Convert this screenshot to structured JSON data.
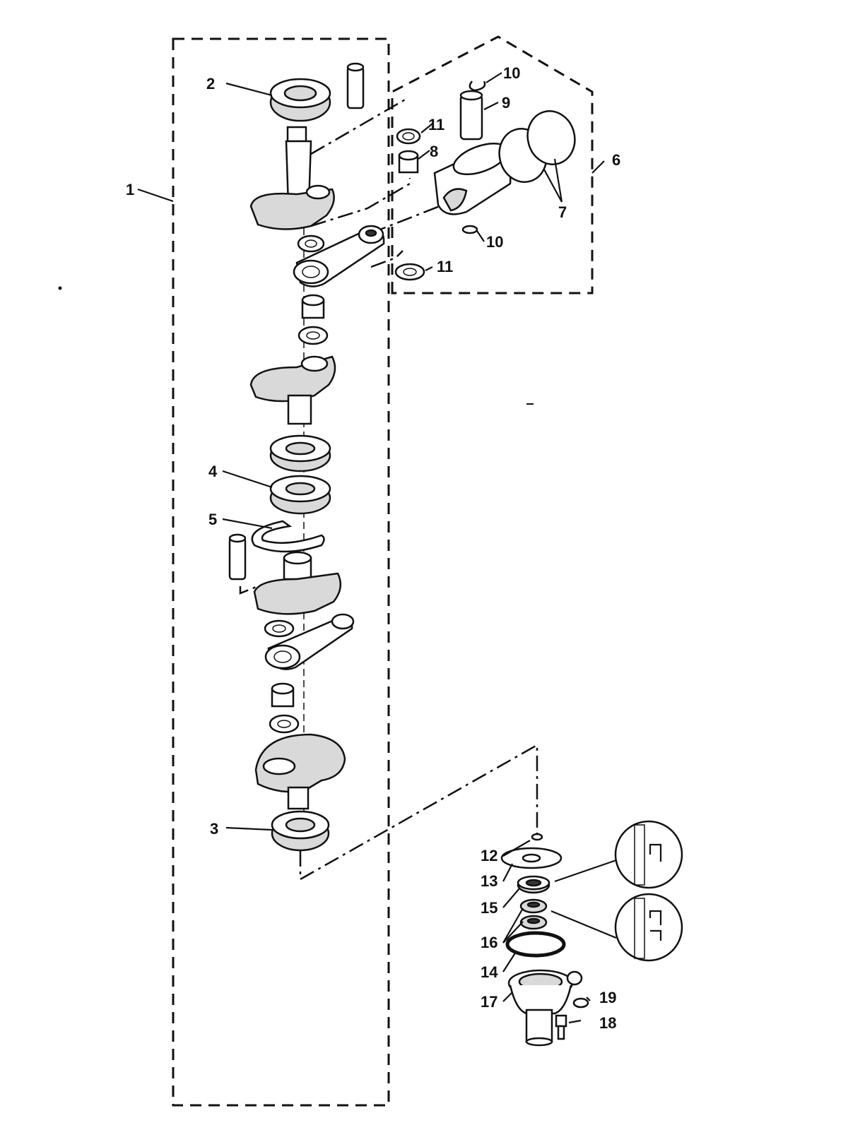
{
  "labels": {
    "1": "1",
    "2": "2",
    "3": "3",
    "4": "4",
    "5": "5",
    "6": "6",
    "7": "7",
    "8": "8",
    "9": "9",
    "10a": "10",
    "10b": "10",
    "11a": "11",
    "11b": "11",
    "12": "12",
    "13": "13",
    "14": "14",
    "15": "15",
    "16": "16",
    "17": "17",
    "18": "18",
    "19": "19"
  },
  "colors": {
    "ink": "#111111",
    "paper": "#ffffff",
    "shade": "#d9d9d9"
  }
}
